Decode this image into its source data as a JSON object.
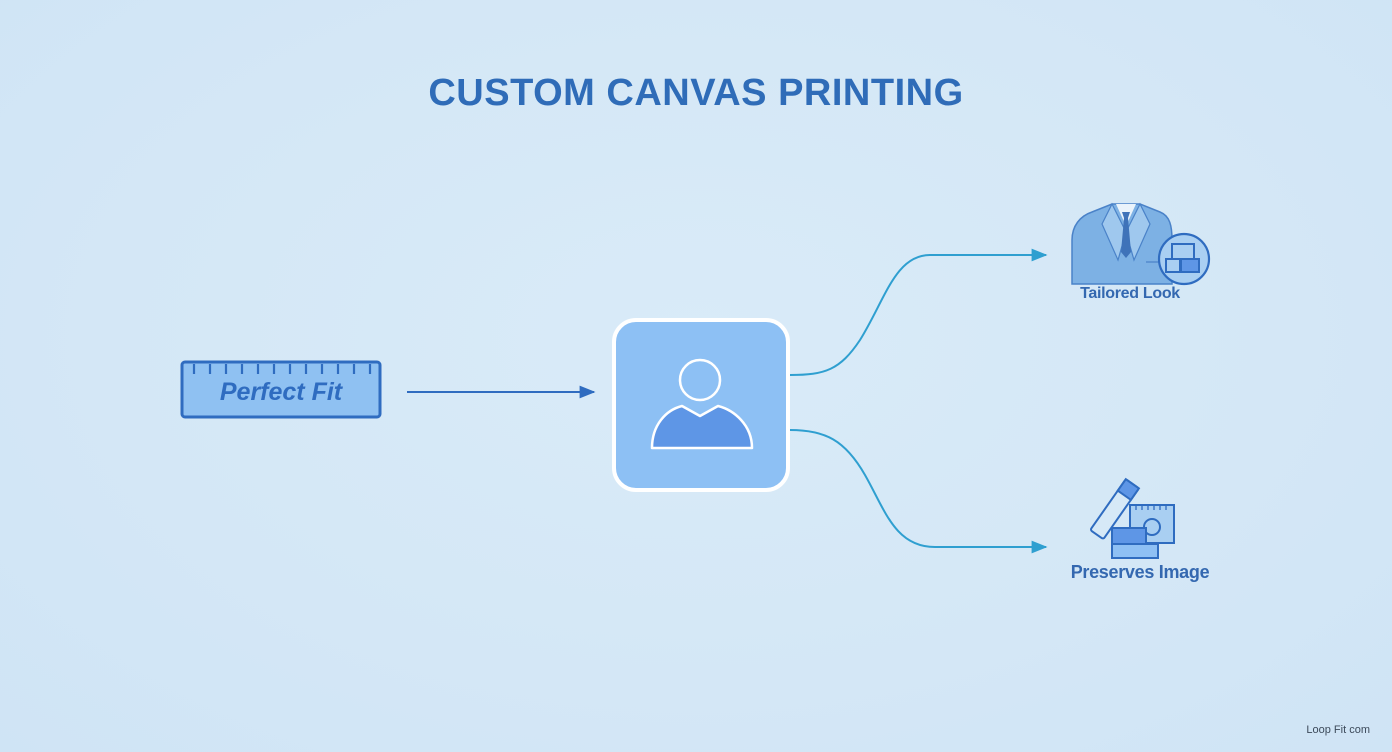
{
  "title": "CUSTOM CANVAS PRINTING",
  "nodes": {
    "source": {
      "label": "Perfect Fit",
      "icon": "ruler-icon"
    },
    "center": {
      "icon": "person-icon"
    },
    "outputs": [
      {
        "label": "Tailored Look",
        "icon": "suit-jacket-icon"
      },
      {
        "label": "Preserves Image",
        "icon": "paint-brush-canvas-icon"
      }
    ]
  },
  "watermark": "Loop Fit com",
  "colors": {
    "background": "#d6e9f7",
    "title": "#2f6cb8",
    "accent_blue": "#3a78c9",
    "connector": "#2f9fd0",
    "center_box": "#8ec0f4"
  }
}
